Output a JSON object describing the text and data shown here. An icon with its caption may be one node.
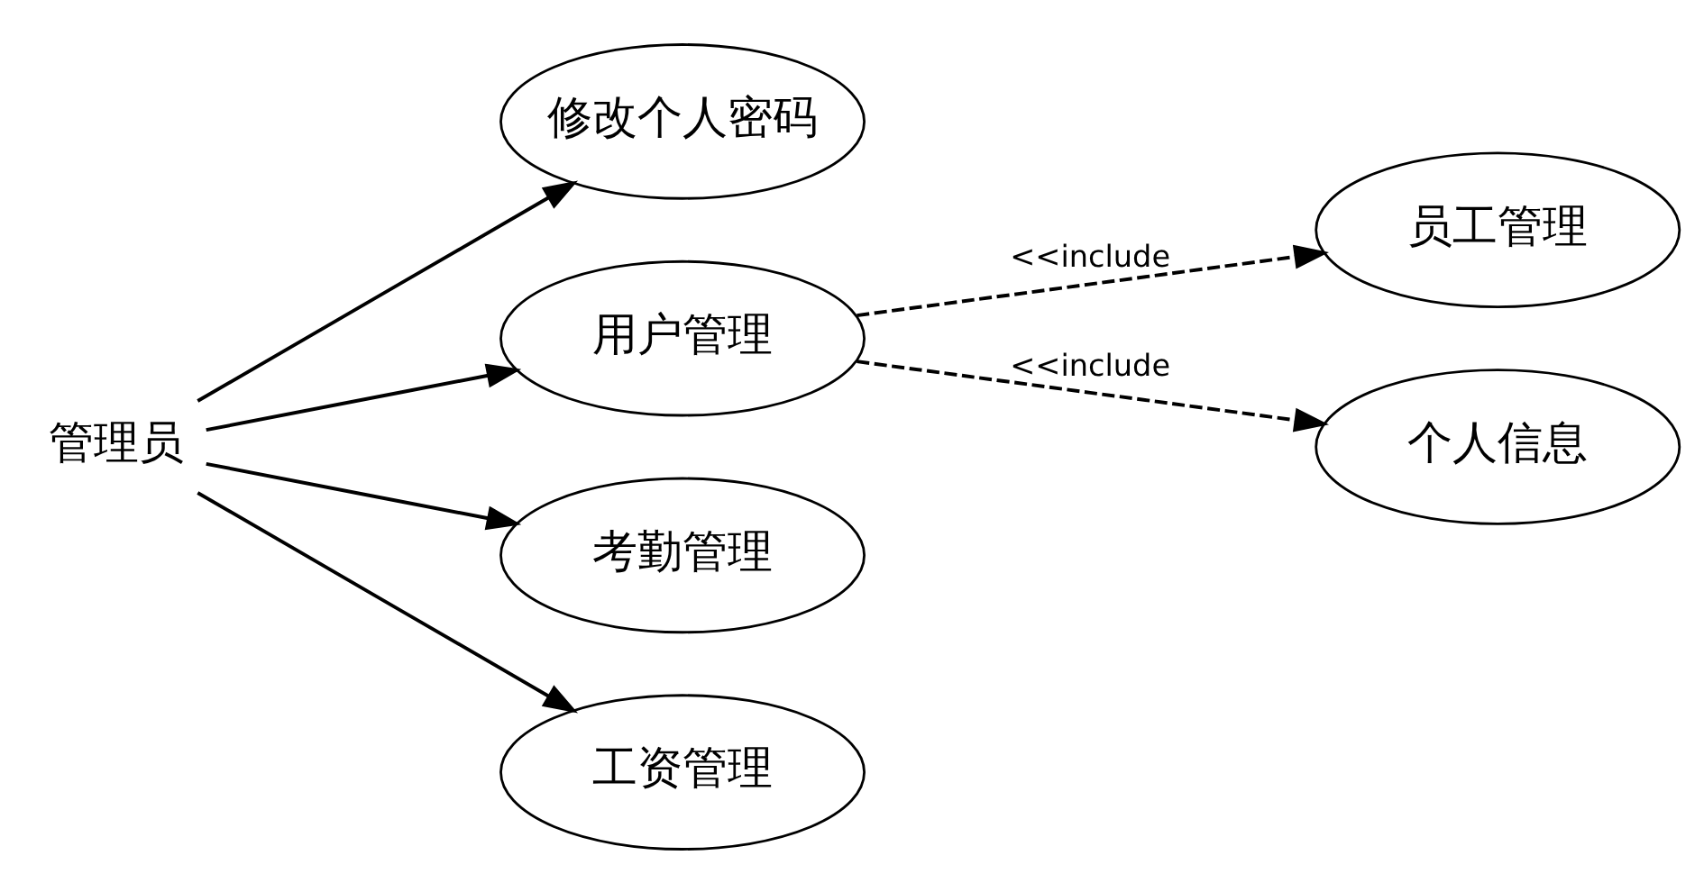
{
  "diagram": {
    "nodes": [
      {
        "text": [
          "管理员"
        ]
      },
      {
        "text": [
          "修改个人密码"
        ]
      },
      {
        "text": [
          "用户管理"
        ]
      },
      {
        "text": [
          "考勤管理"
        ]
      },
      {
        "text": [
          "工资管理"
        ]
      },
      {
        "text": [
          "员工管理"
        ]
      },
      {
        "text": [
          "个人信息"
        ]
      }
    ],
    "edges": [
      {
        "from": 0,
        "to": 1,
        "arrow": "to"
      },
      {
        "from": 0,
        "to": 2,
        "arrow": "to"
      },
      {
        "from": 0,
        "to": 3,
        "arrow": "to"
      },
      {
        "from": 0,
        "to": 4,
        "arrow": "to"
      },
      {
        "from": 2,
        "to": 5,
        "arrow": "to",
        "label": "<<include",
        "style": "dashed"
      },
      {
        "from": 2,
        "to": 6,
        "arrow": "to",
        "label": "<<include",
        "style": "dashed"
      }
    ]
  }
}
